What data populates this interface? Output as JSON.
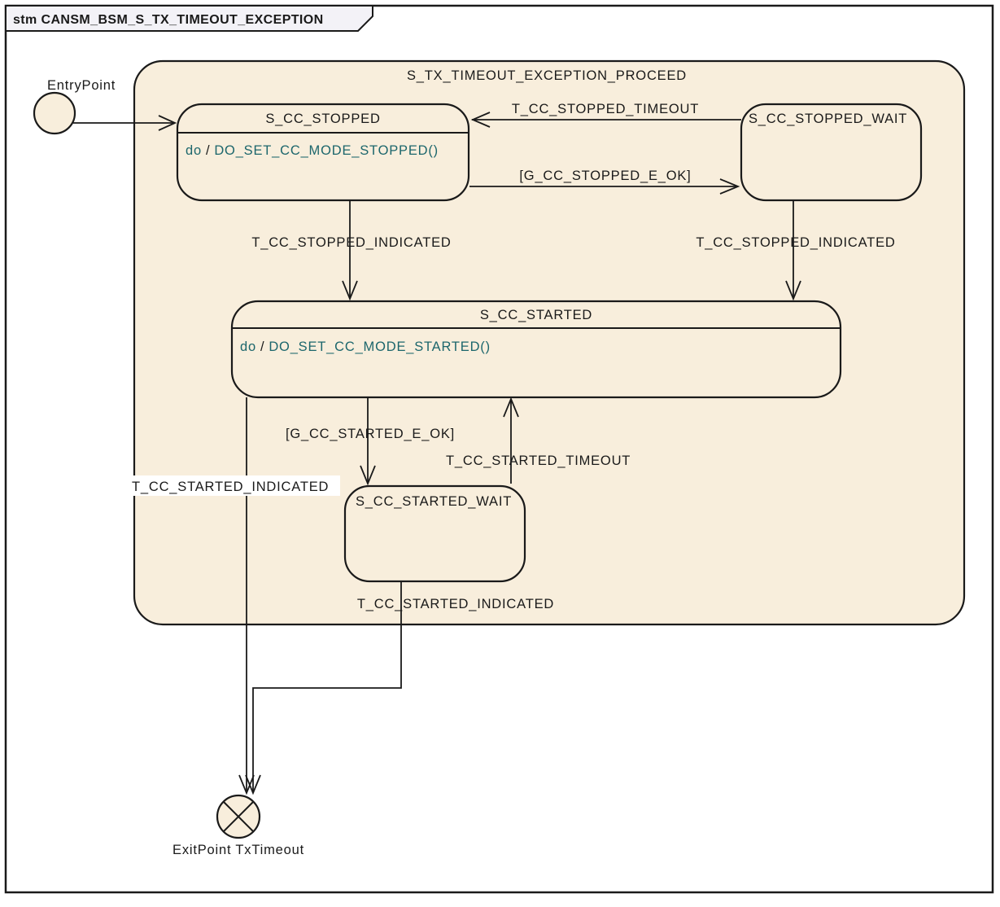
{
  "frame": {
    "title": "stm CANSM_BSM_S_TX_TIMEOUT_EXCEPTION"
  },
  "region": {
    "title": "S_TX_TIMEOUT_EXCEPTION_PROCEED"
  },
  "entry": {
    "label": "EntryPoint"
  },
  "exit": {
    "label": "ExitPoint TxTimeout"
  },
  "states": {
    "s_cc_stopped": {
      "name": "S_CC_STOPPED",
      "do_keyword": "do",
      "slash": "/",
      "action": "DO_SET_CC_MODE_STOPPED()"
    },
    "s_cc_stopped_wait": {
      "name": "S_CC_STOPPED_WAIT"
    },
    "s_cc_started": {
      "name": "S_CC_STARTED",
      "do_keyword": "do",
      "slash": "/",
      "action": "DO_SET_CC_MODE_STARTED()"
    },
    "s_cc_started_wait": {
      "name": "S_CC_STARTED_WAIT"
    }
  },
  "transitions": {
    "t_cc_stopped_timeout": {
      "label": "T_CC_STOPPED_TIMEOUT"
    },
    "g_cc_stopped_e_ok": {
      "label": "[G_CC_STOPPED_E_OK]"
    },
    "t_cc_stopped_indicated_left": {
      "label": "T_CC_STOPPED_INDICATED"
    },
    "t_cc_stopped_indicated_right": {
      "label": "T_CC_STOPPED_INDICATED"
    },
    "g_cc_started_e_ok": {
      "label": "[G_CC_STARTED_E_OK]"
    },
    "t_cc_started_timeout": {
      "label": "T_CC_STARTED_TIMEOUT"
    },
    "t_cc_started_indicated_to_exit": {
      "label": "T_CC_STARTED_INDICATED"
    },
    "t_cc_started_indicated_wait_to_exit": {
      "label": "T_CC_STARTED_INDICATED"
    }
  },
  "colors": {
    "state_fill": "#F8EEDC",
    "border": "#1A1A1A",
    "action_text": "#1C666C",
    "tab_fill": "#F3F2F7",
    "page_bg": "#FFFFFF",
    "label_highlight_bg": "#FFFFFF"
  }
}
